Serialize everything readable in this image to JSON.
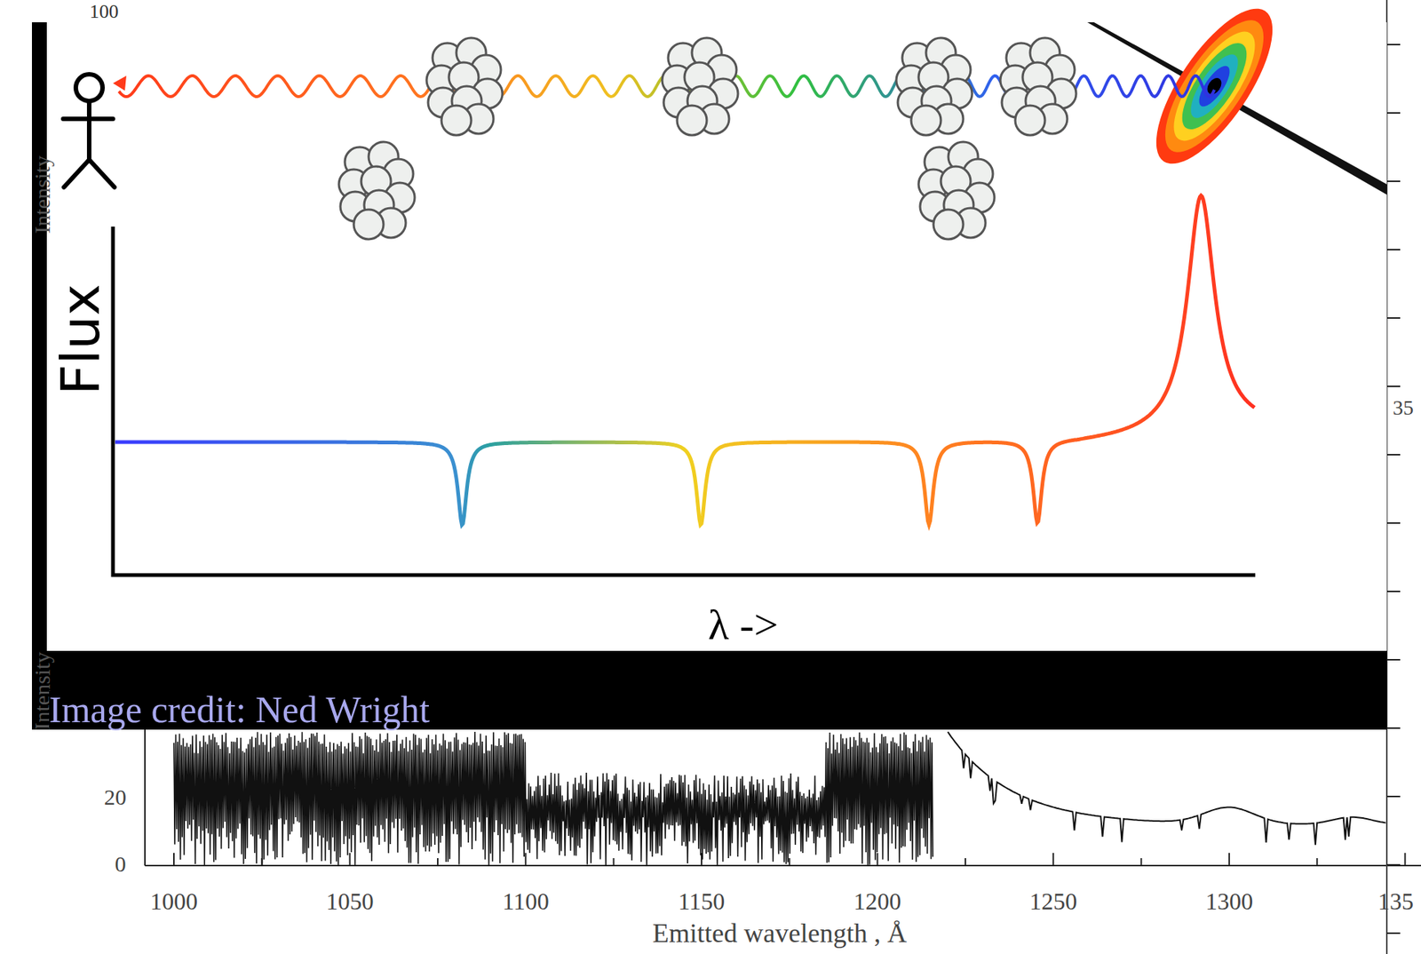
{
  "diagram": {
    "labels": [
      "100",
      "Intensity",
      "Intensity",
      "35",
      "20",
      "0",
      "1000",
      "1050",
      "1100",
      "1150",
      "1200",
      "1250",
      "1300",
      "135",
      "Emitted wavelength , Å",
      "Flux",
      "λ ->",
      "Image credit: Ned Wright"
    ]
  }
}
